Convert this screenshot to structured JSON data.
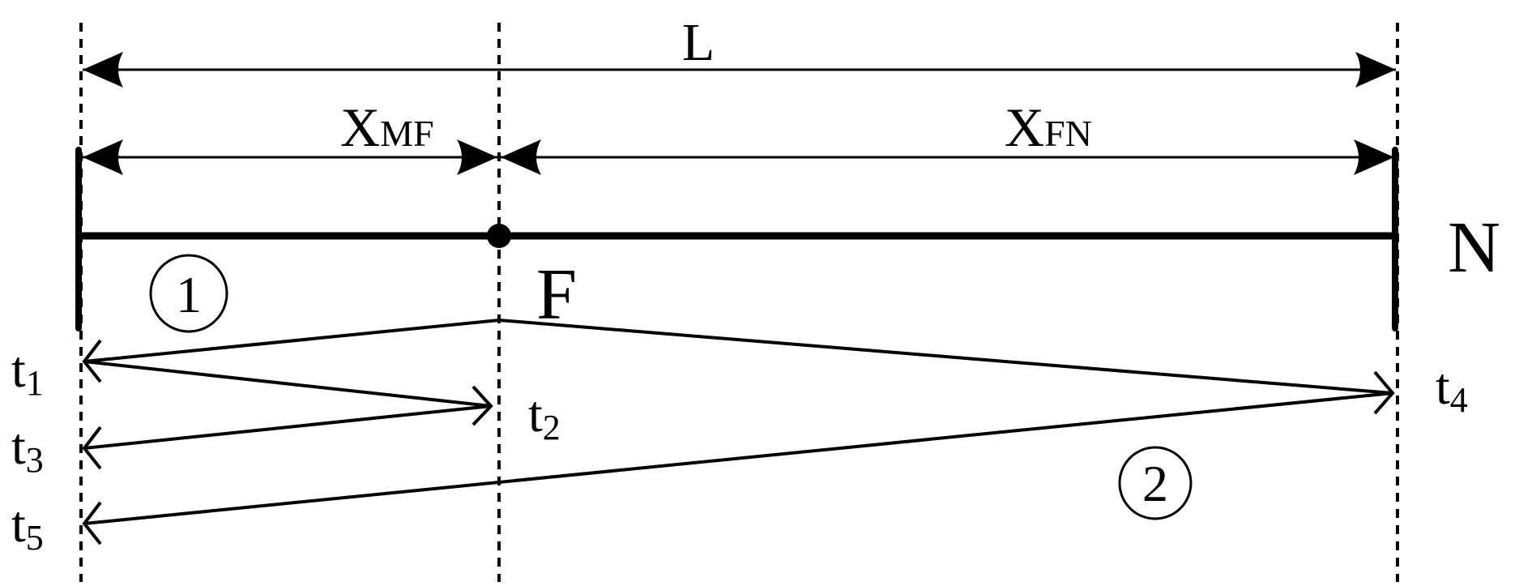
{
  "diagram": {
    "labels": {
      "total_length": "L",
      "segment_mf_main": "X",
      "segment_mf_sub": "MF",
      "segment_fn_main": "X",
      "segment_fn_sub": "FN",
      "remote_end": "N",
      "fault_point": "F",
      "circle_one": "1",
      "circle_two": "2"
    },
    "times": [
      {
        "main": "t",
        "sub": "1"
      },
      {
        "main": "t",
        "sub": "2"
      },
      {
        "main": "t",
        "sub": "3"
      },
      {
        "main": "t",
        "sub": "4"
      },
      {
        "main": "t",
        "sub": "5"
      }
    ],
    "colors": {
      "line": "#000000",
      "background": "#ffffff"
    }
  }
}
